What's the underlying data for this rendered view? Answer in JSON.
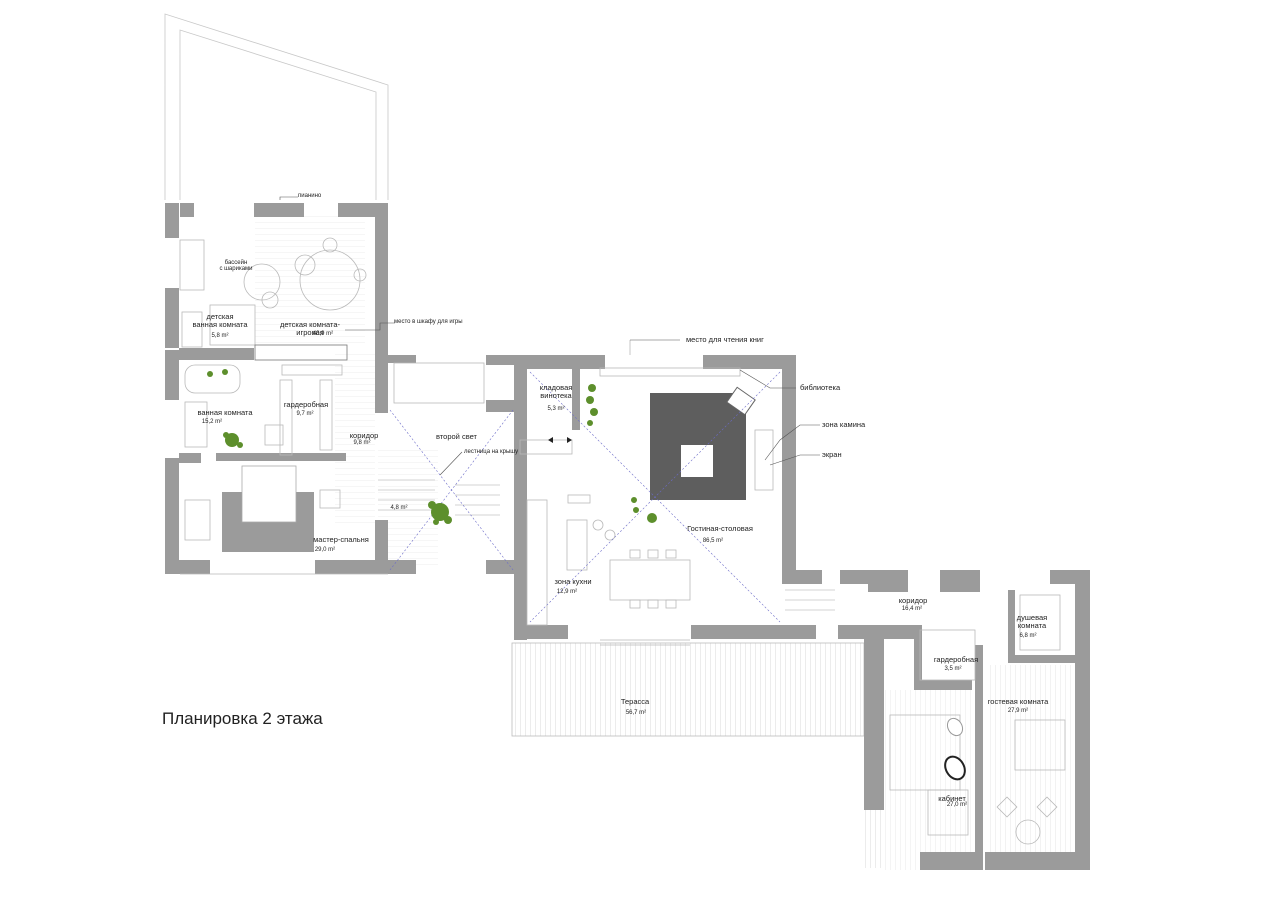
{
  "title": "Планировка 2 этажа",
  "colors": {
    "wall": "#9b9b9b",
    "fireplace": "#5e5e5e",
    "line": "#b9b9b9",
    "plant": "#5d8f2c",
    "diagonal": "#6c6cc8"
  },
  "rooms": {
    "kids_bath": {
      "name": "детская\nванная комната",
      "area": "5,8 m²"
    },
    "kids_play": {
      "name": "детская комната-\nигровая",
      "area": "40,9 m²"
    },
    "bath": {
      "name": "ванная комната",
      "area": "15,2 m²"
    },
    "wardrobe1": {
      "name": "гардеробная",
      "area": "9,7 m²"
    },
    "corridor1": {
      "name": "коридор",
      "area": "9,8 m²"
    },
    "master": {
      "name": "мастер-спальня",
      "area": "29,0 m²"
    },
    "stair_area": {
      "area": "4,8 m²"
    },
    "pantry": {
      "name": "кладовая\nвинотека",
      "area": "5,3 m²"
    },
    "living": {
      "name": "Гостиная-столовая",
      "area": "86,5 m²"
    },
    "kitchen": {
      "name": "зона кухни",
      "area": "12,9 m²"
    },
    "terrace": {
      "name": "Терасса",
      "area": "56,7 m²"
    },
    "corridor2": {
      "name": "коридор",
      "area": "16,4 m²"
    },
    "shower": {
      "name": "душевая\nкомната",
      "area": "6,8 m²"
    },
    "wardrobe2": {
      "name": "гардеробная",
      "area": "3,5 m²"
    },
    "guest": {
      "name": "гостевая комната",
      "area": "27,9 m²"
    },
    "study": {
      "name": "кабинет",
      "area": "27,0 m²"
    }
  },
  "callouts": {
    "piano": "пианино",
    "ball_pool": "бассейн\nс шариками",
    "game_closet": "место в шкафу для игры",
    "second_light": "второй свет",
    "roof_stair": "лестница на крышу",
    "reading": "место для чтения книг",
    "library": "библиотека",
    "fireplace_zone": "зона камина",
    "screen": "экран"
  }
}
